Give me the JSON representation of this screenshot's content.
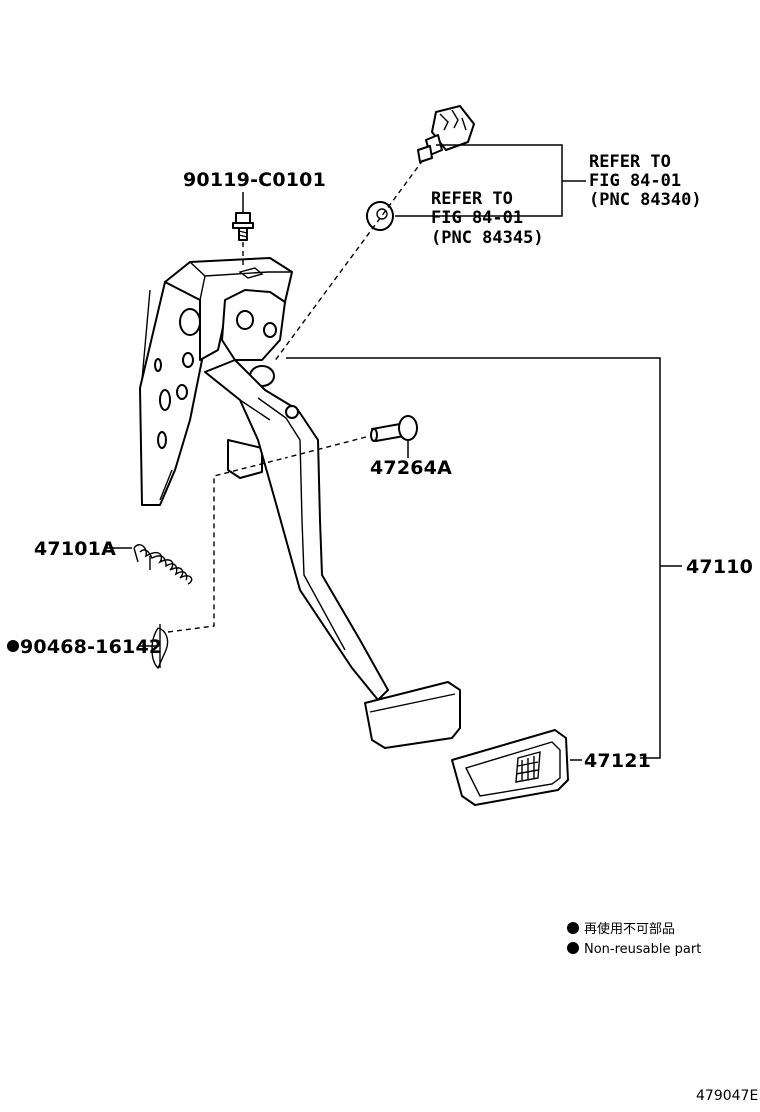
{
  "parts": {
    "bolt": "90119-C0101",
    "refer_a": {
      "line1": "REFER TO",
      "line2": "FIG 84-01",
      "line3": "(PNC 84345)"
    },
    "refer_b": {
      "line1": "REFER TO",
      "line2": "FIG 84-01",
      "line3": "(PNC 84340)"
    },
    "pin": "47264A",
    "spring": "47101A",
    "clip": "90468-16142",
    "pedal_assy": "47110",
    "pad": "47121"
  },
  "legend": {
    "japanese": "再使用不可部品",
    "english": "Non-reusable part"
  },
  "figure_code": "479047E",
  "icons": {
    "non_reusable_marker": "filled-circle",
    "pad_logo": "brand-emblem"
  }
}
